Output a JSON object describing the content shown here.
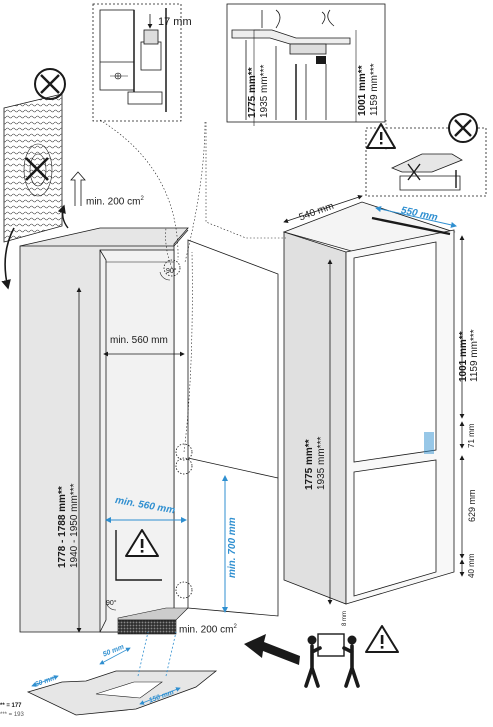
{
  "dims": {
    "gap_17": "17 mm",
    "ht_1775_a": "1775 mm**",
    "ht_1935_a": "1935 mm***",
    "ht_1001_a": "1001 mm**",
    "ht_1159_a": "1159 mm***",
    "vent_top": "min. 200 cm",
    "vent_bottom": "min. 200 cm",
    "sq_sup": "2",
    "width_540": "540 mm",
    "depth_550": "550 mm",
    "niche_width": "min. 560 mm",
    "niche_height_1": "1778 - 1788 mm**",
    "niche_height_2": "1940 - 1950 mm***",
    "niche_width_blue": "min. 560 mm",
    "niche_700": "min. 700 mm",
    "angle_top": "90°",
    "angle_bottom": "90°",
    "ht_1001_b": "1001 mm**",
    "ht_1159_b": "1159 mm***",
    "ht_1775_b": "1775 mm**",
    "ht_1935_b": "1935 mm***",
    "d_71": "71 mm",
    "d_629": "629 mm",
    "d_40": "40 mm",
    "d_8": "8 mm",
    "vent_50": "50 mm",
    "vent_60": "60 mm",
    "vent_150": "150 mm",
    "footnote_1": "** = 177",
    "footnote_2": "*** = 193"
  },
  "colors": {
    "accent_blue": "#2f8fd0",
    "line": "#1a1a1a",
    "hatch": "#555555"
  },
  "icons": [
    "forbidden-icon",
    "warning-icon",
    "two-person-lift-icon",
    "arrow-icon"
  ]
}
